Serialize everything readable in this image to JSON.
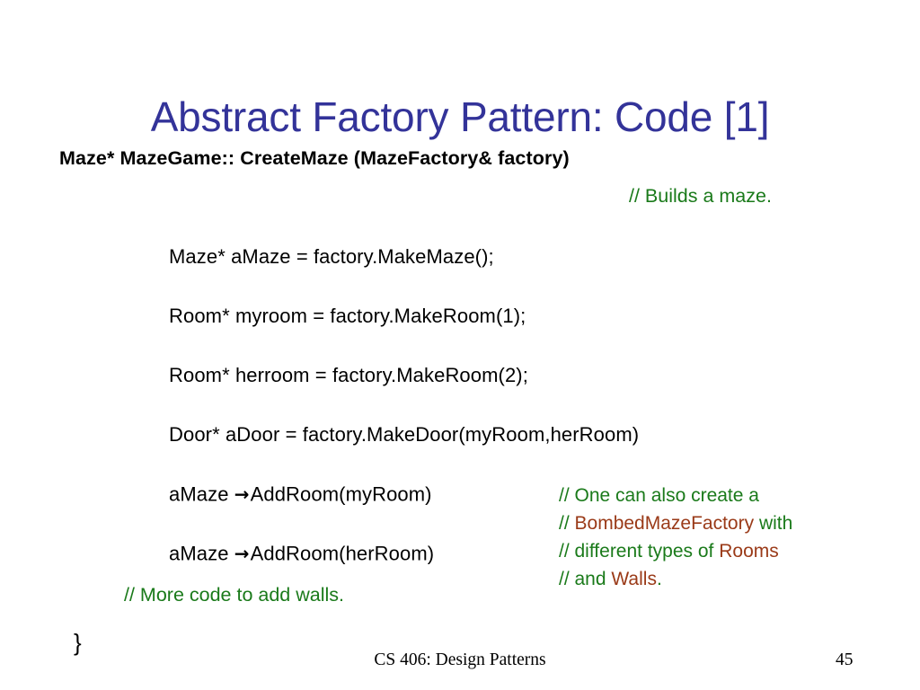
{
  "slide": {
    "title": "Abstract Factory Pattern: Code [1]",
    "title_color": "#333399",
    "background_color": "#ffffff"
  },
  "code": {
    "signature": "Maze* MazeGame:: CreateMaze (MazeFactory& factory)",
    "builds_comment": "// Builds a maze.",
    "comment_color": "#1A7A1A",
    "emphasis_color": "#9A3A18",
    "lines": [
      {
        "text": "Maze* aMaze = factory.MakeMaze();"
      },
      {
        "text": "Room* myroom = factory.MakeRoom(1);"
      },
      {
        "text": "Room* herroom = factory.MakeRoom(2);"
      },
      {
        "text": "Door* aDoor = factory.MakeDoor(myRoom,herRoom)"
      },
      {
        "pre": "aMaze ",
        "arrow": "→",
        "post": "AddRoom(myRoom)"
      },
      {
        "pre": "aMaze ",
        "arrow": "→",
        "post": "AddRoom(herRoom)"
      }
    ],
    "more_code_comment": "// More code to add walls.",
    "closing_brace": "}"
  },
  "side_comment": {
    "line1_a": "// One can also create a",
    "line2_a": "// ",
    "line2_emph": "BombedMazeFactory",
    "line2_b": " with",
    "line3_a": "// different types of ",
    "line3_emph": "Rooms",
    "line4_a": "// and ",
    "line4_emph": "Walls",
    "line4_b": "."
  },
  "footer": {
    "course": "CS 406: Design Patterns",
    "page_number": "45"
  }
}
